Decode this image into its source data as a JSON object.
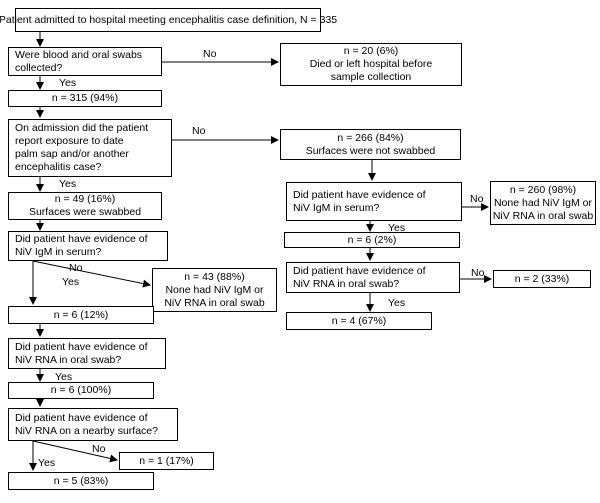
{
  "nodes": {
    "admitted": [
      "Patient admitted to hospital meeting encephalitis case definition, N = 335"
    ],
    "swabs_question": [
      "Were blood and oral swabs",
      "collected?"
    ],
    "died_left": [
      "n = 20 (6%)",
      "Died or left hospital before",
      "sample collection"
    ],
    "n315": [
      "n = 315 (94%)"
    ],
    "exposure_question": [
      "On admission did the patient",
      "report exposure to date",
      "palm sap and/or another",
      "encephalitis case?"
    ],
    "not_swabbed": [
      "n = 266 (84%)",
      "Surfaces were not swabbed"
    ],
    "swabbed": [
      "n = 49 (16%)",
      "Surfaces were swabbed"
    ],
    "igm_question_left": [
      "Did patient have evidence of",
      "NiV IgM in serum?"
    ],
    "igm_question_right": [
      "Did patient have evidence of",
      "NiV IgM in serum?"
    ],
    "n260": [
      "n = 260 (98%)",
      "None had NiV IgM or",
      "NiV RNA in oral swab"
    ],
    "n43": [
      "n = 43 (88%)",
      "None had NiV IgM or",
      "NiV RNA in oral swab"
    ],
    "n6_right": [
      "n = 6 (2%)"
    ],
    "rna_question_right": [
      "Did patient have evidence of",
      "NiV RNA in oral swab?"
    ],
    "n2": [
      "n = 2 (33%)"
    ],
    "n4": [
      "n = 4 (67%)"
    ],
    "n6_12": [
      "n = 6 (12%)"
    ],
    "rna_question_left": [
      "Did patient have evidence of",
      "NiV RNA in oral swab?"
    ],
    "n6_100": [
      "n = 6 (100%)"
    ],
    "surface_question": [
      "Did patient have evidence of",
      "NiV RNA on a nearby surface?"
    ],
    "n1": [
      "n = 1 (17%)"
    ],
    "n5": [
      "n = 5 (83%)"
    ]
  },
  "labels": {
    "yes": "Yes",
    "no": "No"
  },
  "colors": {
    "stroke": "#000000",
    "box_fill": "#ffffff",
    "text": "#000000"
  }
}
